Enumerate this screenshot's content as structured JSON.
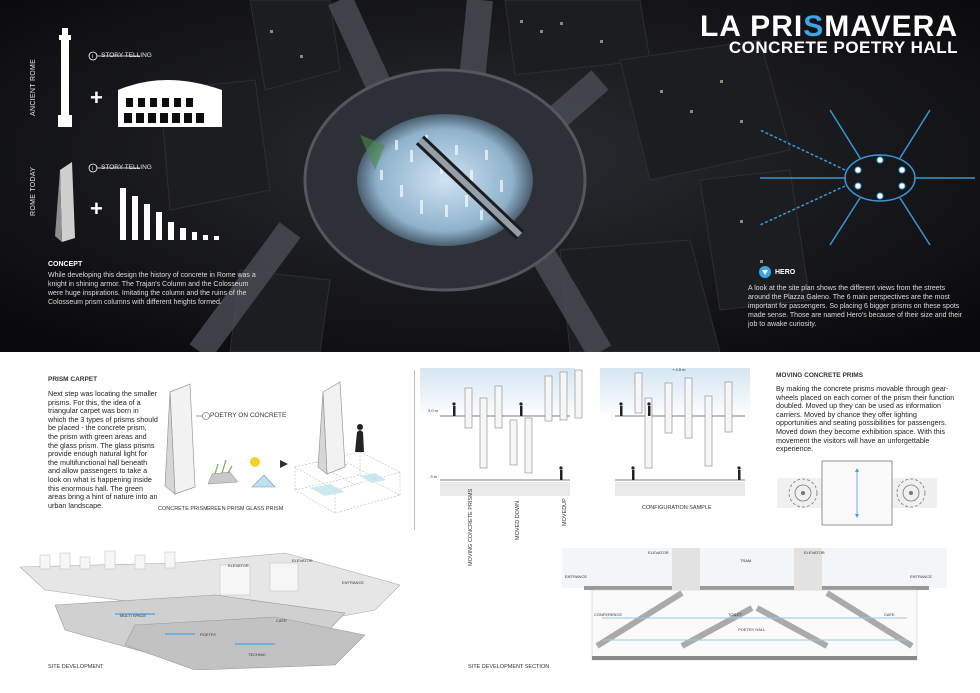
{
  "title": {
    "part1": "LA PRI",
    "part2": "S",
    "part3": "MAVERA",
    "subtitle": "CONCRETE POETRY HALL"
  },
  "story": {
    "ancient_label": "ANCIENT ROME",
    "today_label": "ROME TODAY",
    "storytelling_1": "STORY TELLING",
    "storytelling_2": "STORY TELLING",
    "plus": "+"
  },
  "concept": {
    "heading": "CONCEPT",
    "text": "While developing this design the history of concrete in Rome was a knight in shining armor. The Trajan's Column and the Colosseum were huge inspirations. Imitating the column and the ruins of the Colosseum prism columns with different heights formed."
  },
  "hero": {
    "heading": "HERO",
    "text": "A look at the site plan shows the different views from the streets around the Plazza Galeno. The 6 main perspectives are the most important for passengers. So placing 6 bigger prisms on these spots made sense. Those are named Hero's because of their size and their job to awake curiosity."
  },
  "prism_carpet": {
    "heading": "PRISM CARPET",
    "text": "Next step was locating the smaller prisms. For this, the idea of a triangular carpet was born in which the 3 types of prisms should be placed - the concrete prism, the prism with green areas and the glass prism. The glass prisms provide enough natural light for the multifunctional hall beneath and allow passengers to take a look on what is happening inside this enormous hall. The green areas bring a hint of nature into an urban landscape.",
    "poetry_label": "POETRY ON CONCRETE",
    "concrete_prism": "CONCRETE PRISM",
    "green_prism": "GREEN PRISM",
    "glass_prism": "GLASS PRISM"
  },
  "moving": {
    "heading": "MOVING CONCRETE PRIMS",
    "text": "By making the concrete prisms movable through gear-wheels placed on each corner of the prism their function doubled. Moved up they can be used as information carriers. Moved by chance they offer lighting opportunities and seating possibilities for passengers. Moved down they become exhibition space. With this movement the visitors will have an unforgettable experience.",
    "dim_top": "+ 4,5 m",
    "dim_mid": "2,0 m",
    "dim_low": "- 5 m",
    "label_moving": "MOVING CONCRETE PRISMS",
    "label_down": "MOVED DOWN",
    "label_up": "MOVEDUP",
    "label_config": "CONFIGURATION SAMPLE"
  },
  "site": {
    "dev_caption": "SITE DEVELOPMENT",
    "section_caption": "SITE DEVELOPMENT SECTION",
    "labels": {
      "entrance": "ENTRANCE",
      "elevator": "ELEVATOR",
      "tram": "TRAM",
      "conference": "CONFERENCE",
      "toilet": "TOILET",
      "cafe": "CAFE",
      "poetry_hall": "POETRY HALL",
      "multi_space": "MULTI SPACE",
      "poetry": "POETRY",
      "technic": "TECHNIC"
    }
  },
  "colors": {
    "accent": "#3aa6e8",
    "dark_bg": "#0d0d10"
  }
}
